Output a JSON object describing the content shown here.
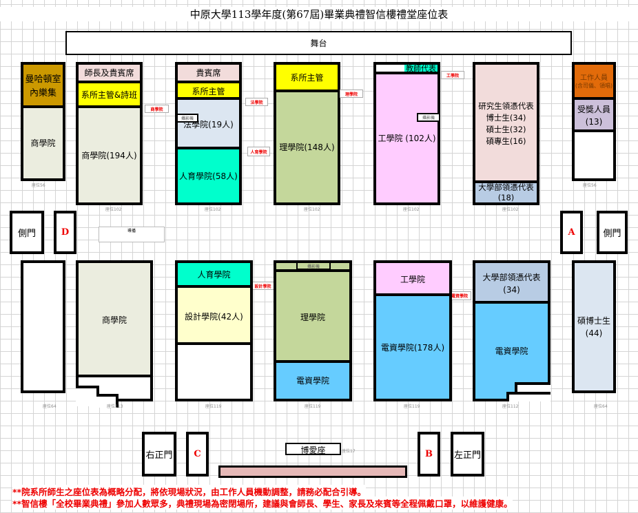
{
  "title": "中原大學113學年度(第67屆)畢業典禮智信樓禮堂座位表",
  "stage": "舞台",
  "top": {
    "b1": {
      "s1": "曼哈頓室內樂集",
      "s2": "商學院",
      "seat": "座位56"
    },
    "b2": {
      "s1": "師長及貴賓席",
      "s2": "系所主管&詩班",
      "s3": "商學院(194人)",
      "seat": "座位102"
    },
    "b3": {
      "s1": "貴賓席",
      "s2": "系所主管",
      "s3": "法學院(19人)",
      "s4": "人育學院(58人)",
      "seat": "座位102"
    },
    "b4": {
      "s1": "系所主管",
      "s2": "理學院(148人)",
      "seat": "座位102"
    },
    "b5": {
      "s1": "教師代表",
      "s2": "工學院 (102人)",
      "seat": "座位102"
    },
    "b6": {
      "s1": "研究生領憑代表",
      "s1b": "博士生(34)",
      "s1c": "碩士生(32)",
      "s1d": "碩專生(16)",
      "s2": "大學部領憑代表",
      "s2b": "(18)"
    },
    "b7": {
      "s1": "工作人員",
      "s1b": "(含司儀、領唱)",
      "s2": "受獎人員",
      "s2b": "(13)",
      "seat": "座位56"
    }
  },
  "tags": {
    "t1": "商學院",
    "t2": "法學院",
    "t3": "人育學院",
    "t4": "理學院",
    "t5": "工學院",
    "t6": "設計學院",
    "t7": "電資學院"
  },
  "camera": "攝影機",
  "doors": {
    "side_left": "側門",
    "d": "D",
    "a": "A",
    "side_right": "側門",
    "front_right": "右正門",
    "c": "C",
    "b": "B",
    "front_left": "左正門"
  },
  "small_box": "導播",
  "bottom": {
    "b1": {
      "seat": "座位64"
    },
    "b2": {
      "s1": "商學院",
      "seat": "座位113"
    },
    "b3": {
      "s1": "人育學院",
      "s2": "設計學院(42人)",
      "seat": "座位119"
    },
    "b4": {
      "s1": "理學院",
      "s2": "電資學院",
      "seat": "座位119"
    },
    "b5": {
      "s1": "工學院",
      "s2": "電資學院(178人)",
      "seat": "座位119"
    },
    "b6": {
      "s1": "大學部領憑代表(34)",
      "s2": "電資學院",
      "seat": "座位112"
    },
    "b7": {
      "s1": "碩博士生",
      "s1b": "(44)",
      "seat": "座位64"
    }
  },
  "priority": {
    "label": "博愛座",
    "seat": "座位17"
  },
  "notes": [
    "**院系所師生之座位表為概略分配，將依現場狀況，由工作人員機動調整，請務必配合引導。",
    "**智信樓「全校畢業典禮」參加人數眾多，典禮現場為密閉場所，建議與會師長、學生、家長及來賓等全程佩戴口罩，以維護健康。"
  ]
}
